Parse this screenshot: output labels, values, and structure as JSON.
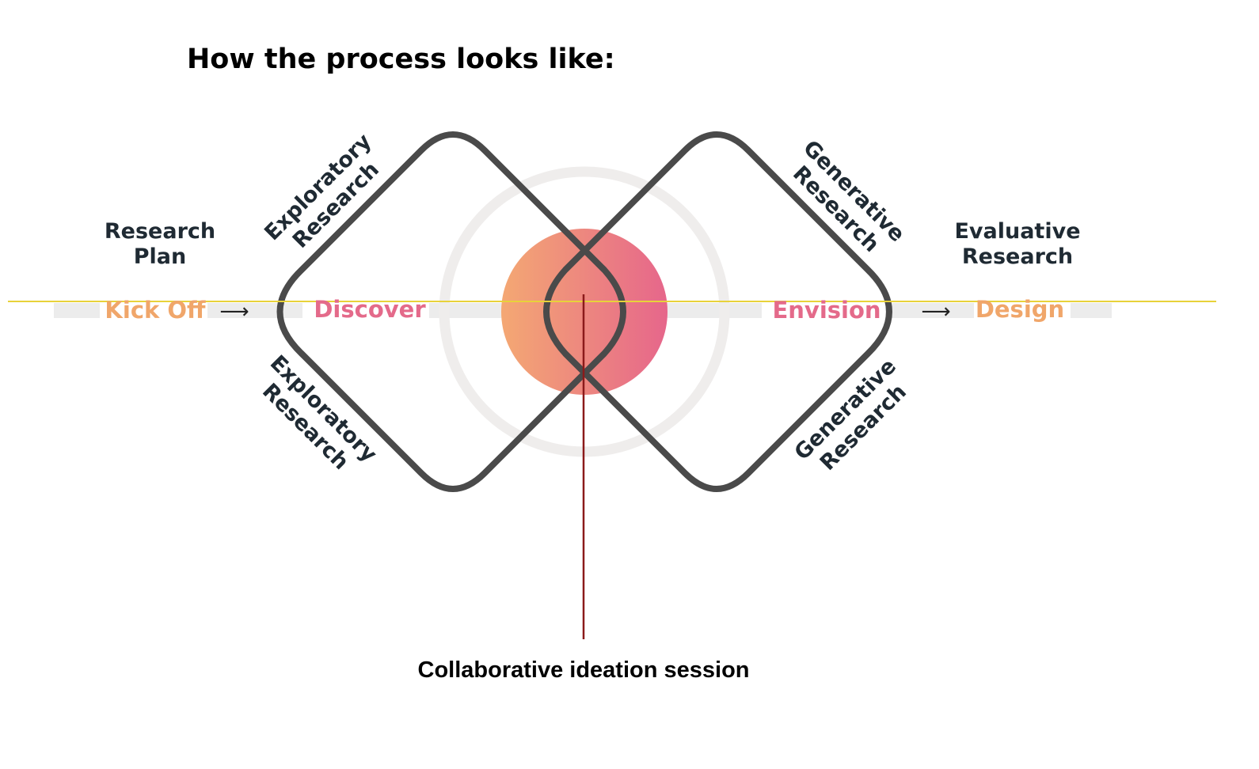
{
  "title": "How the process looks like:",
  "stages": {
    "kick_off": "Kick Off",
    "discover": "Discover",
    "envision": "Envision",
    "design": "Design"
  },
  "labels": {
    "research_plan": [
      "Research",
      "Plan"
    ],
    "exploratory_top": [
      "Exploratory",
      "Research"
    ],
    "exploratory_bottom": [
      "Exploratory",
      "Research"
    ],
    "generative_top": [
      "Generative",
      "Research"
    ],
    "generative_bottom": [
      "Generative",
      "Research"
    ],
    "evaluative": [
      "Evaluative",
      "Research"
    ]
  },
  "caption": "Collaborative ideation session",
  "arrows": [
    "⟶",
    "⟶"
  ],
  "colors": {
    "outline": "#4a4a4a",
    "label_dark": "#1f2a33",
    "stage_orange": "#f0a66a",
    "stage_pink": "#e46a8a",
    "band": "#ececec",
    "ring": "#efedec",
    "gradient_start": "#f4a873",
    "gradient_end": "#e6668b",
    "pointer": "#8b1a1a",
    "guide": "#e8d23a"
  }
}
